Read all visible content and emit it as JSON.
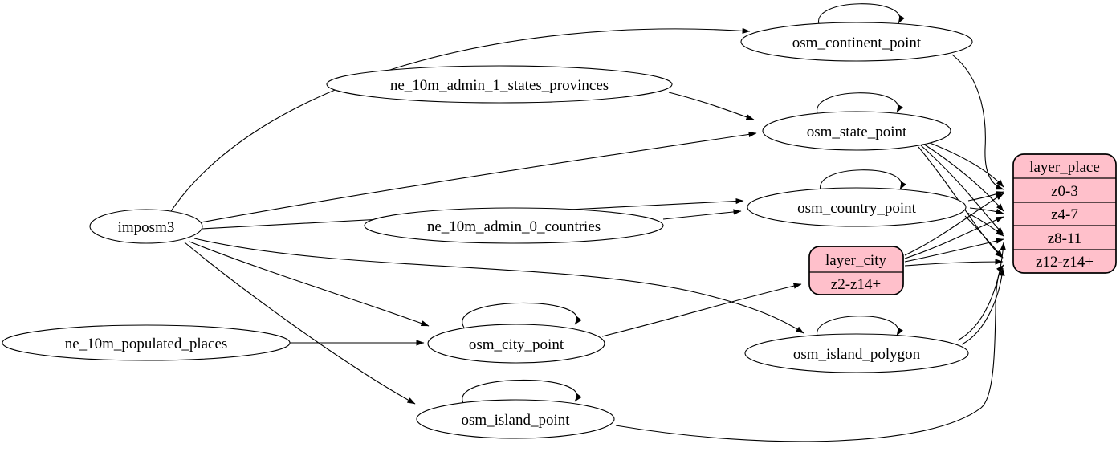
{
  "diagram": {
    "background": "#ffffff",
    "node_fill": "#ffffff",
    "record_fill": "#ffc0cb",
    "stroke": "#000000",
    "nodes": {
      "imposm3": "imposm3",
      "ne_10m_admin_1_states_provinces": "ne_10m_admin_1_states_provinces",
      "ne_10m_admin_0_countries": "ne_10m_admin_0_countries",
      "ne_10m_populated_places": "ne_10m_populated_places",
      "osm_continent_point": "osm_continent_point",
      "osm_state_point": "osm_state_point",
      "osm_country_point": "osm_country_point",
      "osm_city_point": "osm_city_point",
      "osm_island_polygon": "osm_island_polygon",
      "osm_island_point": "osm_island_point"
    },
    "records": {
      "layer_place": {
        "title": "layer_place",
        "rows": [
          "z0-3",
          "z4-7",
          "z8-11",
          "z12-z14+"
        ]
      },
      "layer_city": {
        "title": "layer_city",
        "rows": [
          "z2-z14+"
        ]
      }
    },
    "edges": [
      {
        "from": "imposm3",
        "to": "osm_continent_point"
      },
      {
        "from": "imposm3",
        "to": "osm_state_point"
      },
      {
        "from": "imposm3",
        "to": "osm_country_point"
      },
      {
        "from": "imposm3",
        "to": "osm_city_point"
      },
      {
        "from": "imposm3",
        "to": "osm_island_polygon"
      },
      {
        "from": "imposm3",
        "to": "osm_island_point"
      },
      {
        "from": "ne_10m_admin_1_states_provinces",
        "to": "osm_state_point"
      },
      {
        "from": "ne_10m_admin_0_countries",
        "to": "osm_country_point"
      },
      {
        "from": "ne_10m_populated_places",
        "to": "osm_city_point"
      },
      {
        "from": "osm_continent_point",
        "to": "osm_continent_point"
      },
      {
        "from": "osm_state_point",
        "to": "osm_state_point"
      },
      {
        "from": "osm_country_point",
        "to": "osm_country_point"
      },
      {
        "from": "osm_city_point",
        "to": "osm_city_point"
      },
      {
        "from": "osm_island_polygon",
        "to": "osm_island_polygon"
      },
      {
        "from": "osm_island_point",
        "to": "osm_island_point"
      },
      {
        "from": "osm_city_point",
        "to": "layer_city.z2-z14+"
      },
      {
        "from": "osm_continent_point",
        "to": "layer_place.z0-3"
      },
      {
        "from": "osm_state_point",
        "to": "layer_place.z0-3"
      },
      {
        "from": "osm_state_point",
        "to": "layer_place.z4-7"
      },
      {
        "from": "osm_state_point",
        "to": "layer_place.z8-11"
      },
      {
        "from": "osm_state_point",
        "to": "layer_place.z12-z14+"
      },
      {
        "from": "osm_country_point",
        "to": "layer_place.z0-3"
      },
      {
        "from": "osm_country_point",
        "to": "layer_place.z4-7"
      },
      {
        "from": "osm_country_point",
        "to": "layer_place.z8-11"
      },
      {
        "from": "osm_country_point",
        "to": "layer_place.z12-z14+"
      },
      {
        "from": "osm_city_point",
        "to": "layer_place.z0-3"
      },
      {
        "from": "osm_city_point",
        "to": "layer_place.z4-7"
      },
      {
        "from": "osm_city_point",
        "to": "layer_place.z8-11"
      },
      {
        "from": "osm_city_point",
        "to": "layer_place.z12-z14+"
      },
      {
        "from": "osm_island_polygon",
        "to": "layer_place.z8-11"
      },
      {
        "from": "osm_island_polygon",
        "to": "layer_place.z12-z14+"
      },
      {
        "from": "osm_island_point",
        "to": "layer_place.z12-z14+"
      }
    ]
  }
}
